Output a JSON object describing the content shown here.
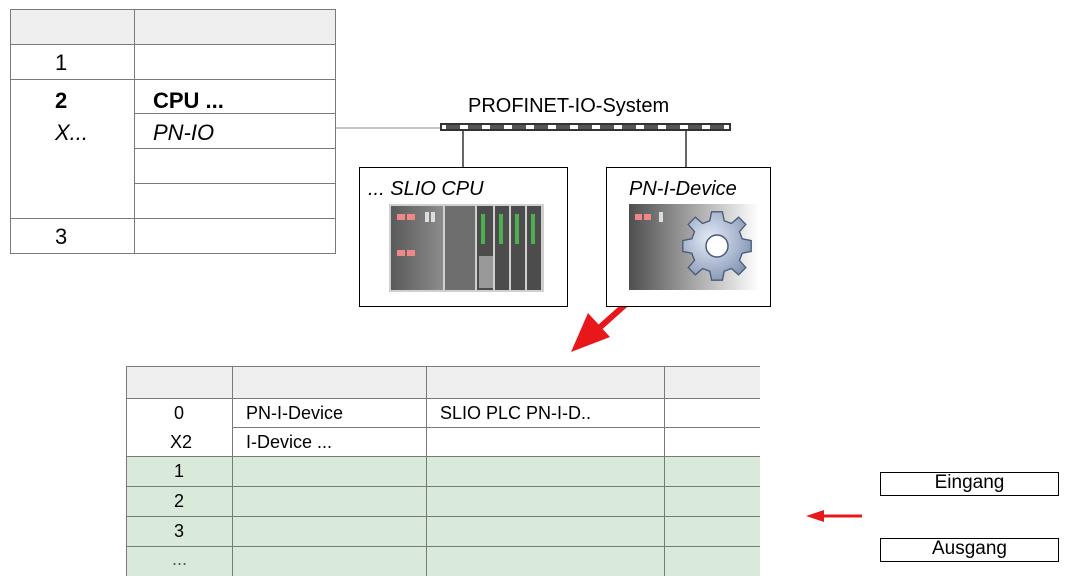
{
  "rack": {
    "rows": [
      {
        "slot": "1",
        "module": ""
      },
      {
        "slot": "2",
        "module": "CPU ..."
      },
      {
        "slot": "X...",
        "module": "PN-IO"
      },
      {
        "slot": "3",
        "module": ""
      }
    ]
  },
  "network": {
    "bus_label": "PROFINET-IO-System"
  },
  "devices": [
    {
      "label": "... SLIO CPU"
    },
    {
      "label": "PN-I-Device"
    }
  ],
  "module_table": {
    "rows": [
      {
        "slot": "0",
        "module": "PN-I-Device",
        "order": "SLIO PLC PN-I-D.."
      },
      {
        "slot": "X2",
        "module": "I-Device ...",
        "order": ""
      },
      {
        "slot": "1",
        "module": "",
        "order": ""
      },
      {
        "slot": "2",
        "module": "",
        "order": ""
      },
      {
        "slot": "3",
        "module": "",
        "order": ""
      },
      {
        "slot": "...",
        "module": "",
        "order": ""
      }
    ]
  },
  "legend": {
    "input_label": "Eingang",
    "output_label": "Ausgang"
  },
  "colors": {
    "highlight_rows": "#d9eadb",
    "arrow": "#e8171b",
    "header": "#efefef",
    "grid": "#7a7a7a"
  }
}
